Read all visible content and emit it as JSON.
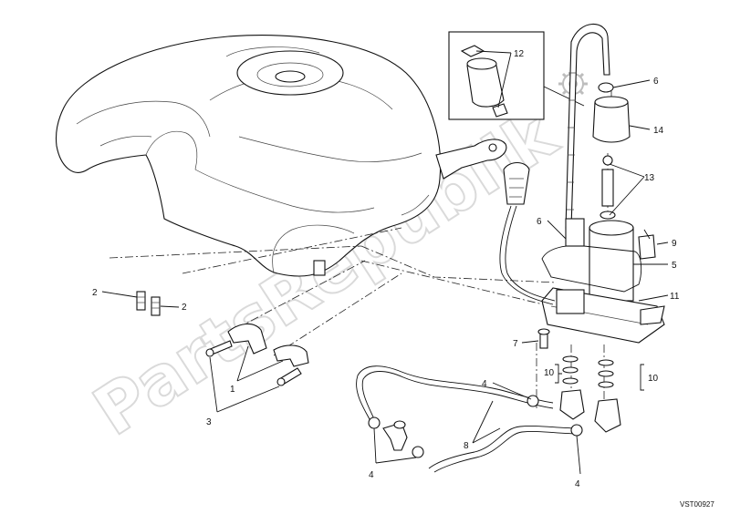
{
  "labels": {
    "l1": "1",
    "l2a": "2",
    "l2b": "2",
    "l3": "3",
    "l4a": "4",
    "l4b": "4",
    "l4c": "4",
    "l5": "5",
    "l6a": "6",
    "l6b": "6",
    "l7": "7",
    "l8": "8",
    "l9": "9",
    "l10a": "10",
    "l10b": "10",
    "l11": "11",
    "l12": "12",
    "l13": "13",
    "l14": "14"
  },
  "drawing_code": "VST00927",
  "watermark": "PartsRepublik"
}
